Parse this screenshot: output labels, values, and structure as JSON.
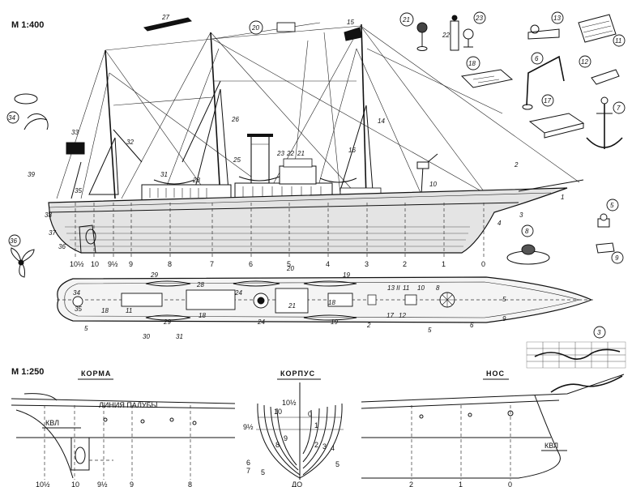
{
  "scales": {
    "top": "М 1:400",
    "bottom": "М 1:250"
  },
  "sections": {
    "stern": "КОРМА",
    "hull": "КОРПУС",
    "bow": "НОС",
    "deck_line": "ЛИНИЯ ПАЛУБЫ",
    "waterline": "КВЛ"
  },
  "profile_callouts": [
    "27",
    "15",
    "26",
    "25",
    "14",
    "16",
    "32",
    "33",
    "31",
    "28",
    "23",
    "22",
    "21",
    "35",
    "39",
    "38",
    "37",
    "36",
    "1",
    "2",
    "3",
    "4",
    "10"
  ],
  "profile_frames": [
    "10½",
    "10",
    "9½",
    "9",
    "8",
    "7",
    "6",
    "5",
    "4",
    "3",
    "2",
    "1",
    "0"
  ],
  "plan_callouts": [
    "29",
    "28",
    "20",
    "19",
    "34",
    "35",
    "18",
    "11",
    "18",
    "24",
    "21",
    "18",
    "13 II",
    "11",
    "10",
    "8",
    "5",
    "17",
    "12",
    "9",
    "6",
    "5",
    "30",
    "31",
    "29",
    "24",
    "19",
    "5",
    "2"
  ],
  "detail_callouts": [
    "20",
    "21",
    "22",
    "23",
    "13",
    "11",
    "18",
    "6",
    "12",
    "17",
    "7",
    "34",
    "36",
    "8",
    "5",
    "9",
    "3"
  ],
  "stern_frames": [
    "10½",
    "10",
    "9½",
    "9",
    "8"
  ],
  "hull_frames": [
    "10½",
    "10",
    "9½",
    "9",
    "8",
    "7",
    "6",
    "5",
    "0",
    "1",
    "2",
    "3",
    "4",
    "5"
  ],
  "hull_bottom": "ДО",
  "bow_frames": [
    "2",
    "1",
    "0"
  ]
}
